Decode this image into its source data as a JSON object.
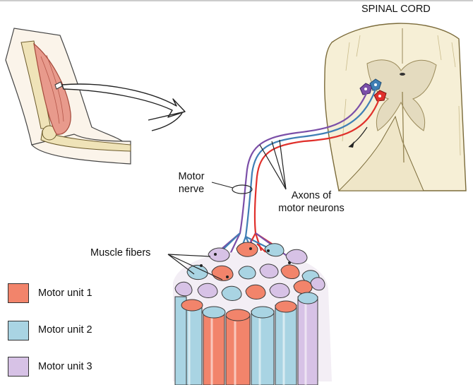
{
  "labels": {
    "spinal_cord": "SPINAL CORD",
    "motor_nerve_line1": "Motor",
    "motor_nerve_line2": "nerve",
    "axons_line1": "Axons of",
    "axons_line2": "motor neurons",
    "muscle_fibers": "Muscle fibers"
  },
  "legend": [
    {
      "label": "Motor unit 1",
      "color": "#f2846b"
    },
    {
      "label": "Motor unit 2",
      "color": "#a9d4e3"
    },
    {
      "label": "Motor unit 3",
      "color": "#d7c2e6"
    }
  ],
  "colors": {
    "unit1": "#f2846b",
    "unit2": "#a9d4e3",
    "unit3": "#d7c2e6",
    "axon_red": "#e0302b",
    "axon_blue": "#3f7fb5",
    "axon_purple": "#7b4fa8",
    "cord_fill": "#f6efd6",
    "cord_grey": "#e4dbbf",
    "bone": "#efe3b8",
    "muscle": "#e89a8c"
  }
}
